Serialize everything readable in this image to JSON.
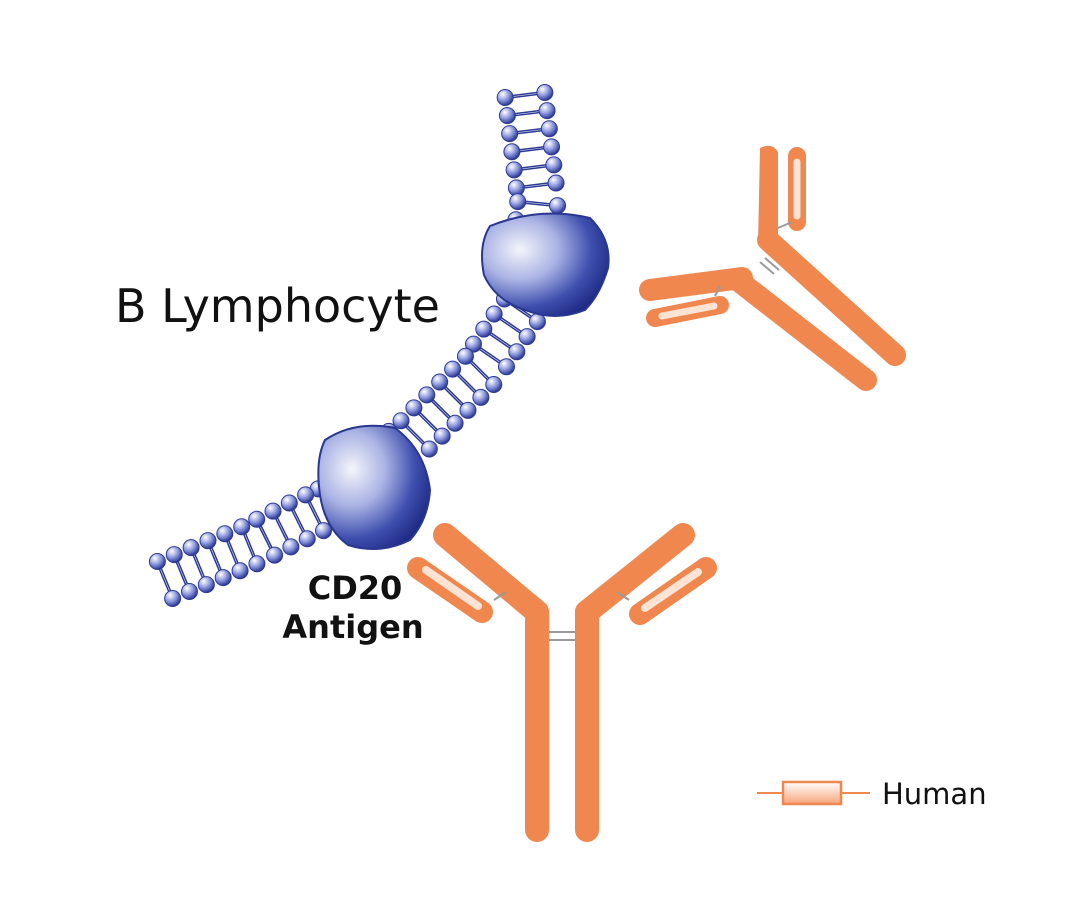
{
  "labels": {
    "cell": "B Lymphocyte",
    "antigen_line1": "CD20",
    "antigen_line2": "Antigen"
  },
  "legend": {
    "label": "Human"
  },
  "colors": {
    "membrane": "#6f7fd0",
    "membrane_dark": "#2c3a96",
    "protein": "#3a4aa8",
    "protein_light": "#e6e8f6",
    "antibody": "#f0874f",
    "antibody_light": "#fde3d4",
    "linker": "#9a9a9a"
  },
  "icons": [
    "lipid-bilayer",
    "cd20-protein",
    "antibody-y-shape"
  ]
}
